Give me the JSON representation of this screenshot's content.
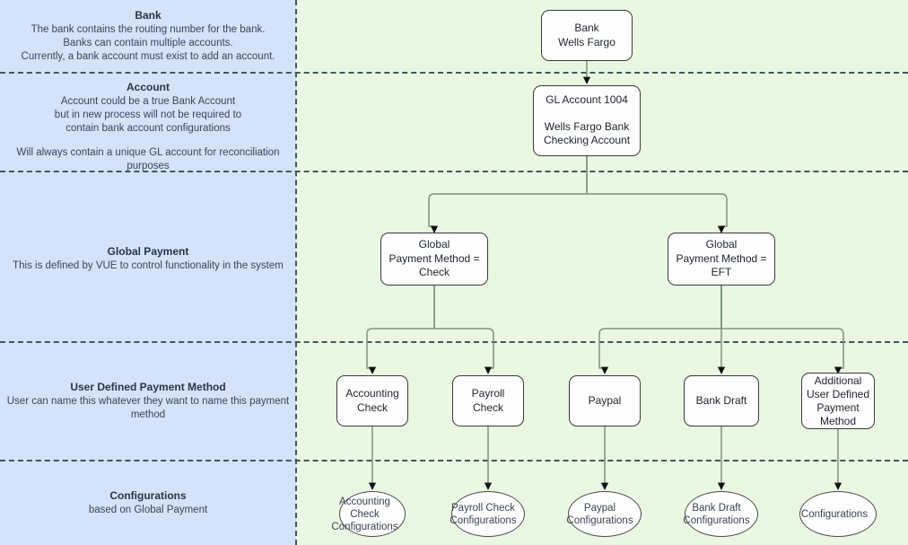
{
  "colors": {
    "left_panel": "#d4e2fb",
    "right_panel": "#e9f7e3",
    "divider": "#3d5a5a",
    "node_border": "#3a3a3a",
    "node_fill": "#fefefe",
    "text": "#20252e",
    "wire": "#7d937d"
  },
  "legend": [
    {
      "id": "bank",
      "title": "Bank",
      "lines": [
        "The bank contains the routing number for the bank.",
        "Banks can contain multiple accounts.",
        "Currently, a bank account must exist to add an account."
      ]
    },
    {
      "id": "account",
      "title": "Account",
      "lines": [
        "Account could be a true Bank Account",
        "but in new process will not be required to",
        "contain bank account configurations",
        "",
        "Will always contain a unique GL account for reconciliation",
        "purposes"
      ]
    },
    {
      "id": "global-payment",
      "title": "Global Payment",
      "lines": [
        "This is defined by VUE to control functionality in the system"
      ]
    },
    {
      "id": "user-defined-payment-method",
      "title": "User Defined Payment Method",
      "lines": [
        "User can name this whatever they want to name this payment",
        "method"
      ]
    },
    {
      "id": "configurations",
      "title": "Configurations",
      "lines": [
        "based on Global Payment"
      ]
    }
  ],
  "nodes": {
    "bank": {
      "lines": [
        "Bank",
        "Wells Fargo"
      ]
    },
    "gl_account": {
      "lines": [
        "GL Account  1004",
        "",
        "Wells Fargo Bank",
        "Checking Account"
      ]
    },
    "gpm_check": {
      "lines": [
        "Global",
        "Payment Method =",
        "Check"
      ]
    },
    "gpm_eft": {
      "lines": [
        "Global",
        "Payment Method =",
        "EFT"
      ]
    },
    "udpm_accounting_check": {
      "lines": [
        "Accounting",
        "Check"
      ]
    },
    "udpm_payroll_check": {
      "lines": [
        "Payroll",
        "Check"
      ]
    },
    "udpm_paypal": {
      "lines": [
        "Paypal"
      ]
    },
    "udpm_bank_draft": {
      "lines": [
        "Bank Draft"
      ]
    },
    "udpm_additional": {
      "lines": [
        "Additional",
        "User Defined",
        "Payment",
        "Method"
      ]
    },
    "cfg_accounting_check": {
      "lines": [
        "Accounting",
        "Check",
        "Configurations"
      ]
    },
    "cfg_payroll_check": {
      "lines": [
        "Payroll Check",
        "Configurations"
      ]
    },
    "cfg_paypal": {
      "lines": [
        "Paypal",
        "Configurations"
      ]
    },
    "cfg_bank_draft": {
      "lines": [
        "Bank Draft",
        "Configurations"
      ]
    },
    "cfg_additional": {
      "lines": [
        "Configurations"
      ]
    }
  }
}
